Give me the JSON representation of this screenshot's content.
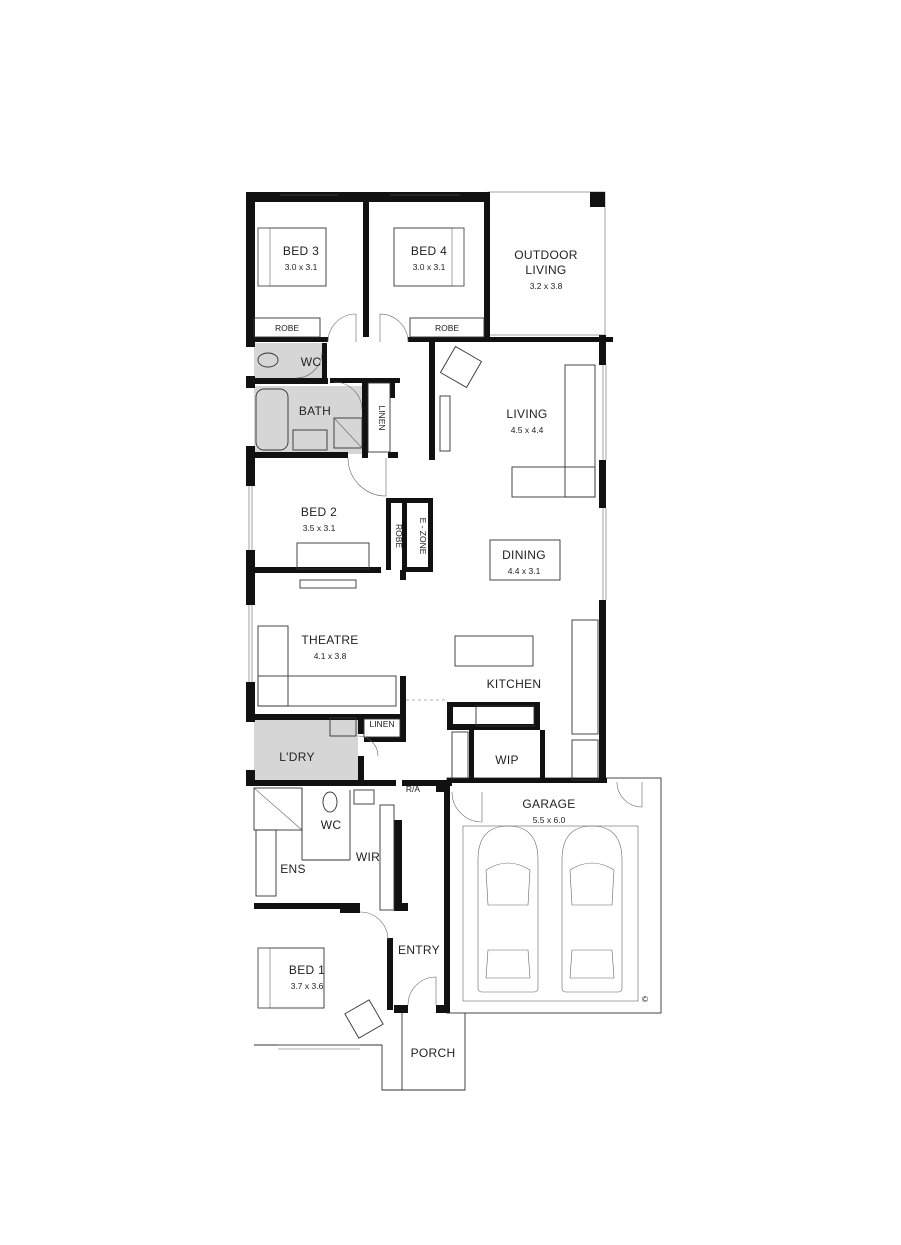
{
  "rooms": {
    "bed3": {
      "name": "BED 3",
      "size": "3.0 x 3.1"
    },
    "bed4": {
      "name": "BED 4",
      "size": "3.0 x 3.1"
    },
    "outdoor": {
      "name_line1": "OUTDOOR",
      "name_line2": "LIVING",
      "size": "3.2 x 3.8"
    },
    "robe3": {
      "name": "ROBE"
    },
    "robe4": {
      "name": "ROBE"
    },
    "wc_upper": {
      "name": "WC"
    },
    "bath": {
      "name": "BATH"
    },
    "linen_upper": {
      "name": "LINEN"
    },
    "living": {
      "name": "LIVING",
      "size": "4.5 x 4.4"
    },
    "bed2": {
      "name": "BED 2",
      "size": "3.5 x 3.1"
    },
    "robe2": {
      "name": "ROBE"
    },
    "ezone": {
      "name": "E - ZONE"
    },
    "dining": {
      "name": "DINING",
      "size": "4.4 x 3.1"
    },
    "theatre": {
      "name": "THEATRE",
      "size": "4.1 x 3.8"
    },
    "kitchen": {
      "name": "KITCHEN"
    },
    "linen_lower": {
      "name": "LINEN"
    },
    "laundry": {
      "name": "L'DRY"
    },
    "wip": {
      "name": "WIP"
    },
    "ra": {
      "name": "R/A"
    },
    "garage": {
      "name": "GARAGE",
      "size": "5.5 x 6.0"
    },
    "wc_ens": {
      "name": "WC"
    },
    "wir": {
      "name": "WIR"
    },
    "ens": {
      "name": "ENS"
    },
    "entry": {
      "name": "ENTRY"
    },
    "bed1": {
      "name": "BED 1",
      "size": "3.7 x 3.6"
    },
    "porch": {
      "name": "PORCH"
    }
  },
  "copyright": "©"
}
